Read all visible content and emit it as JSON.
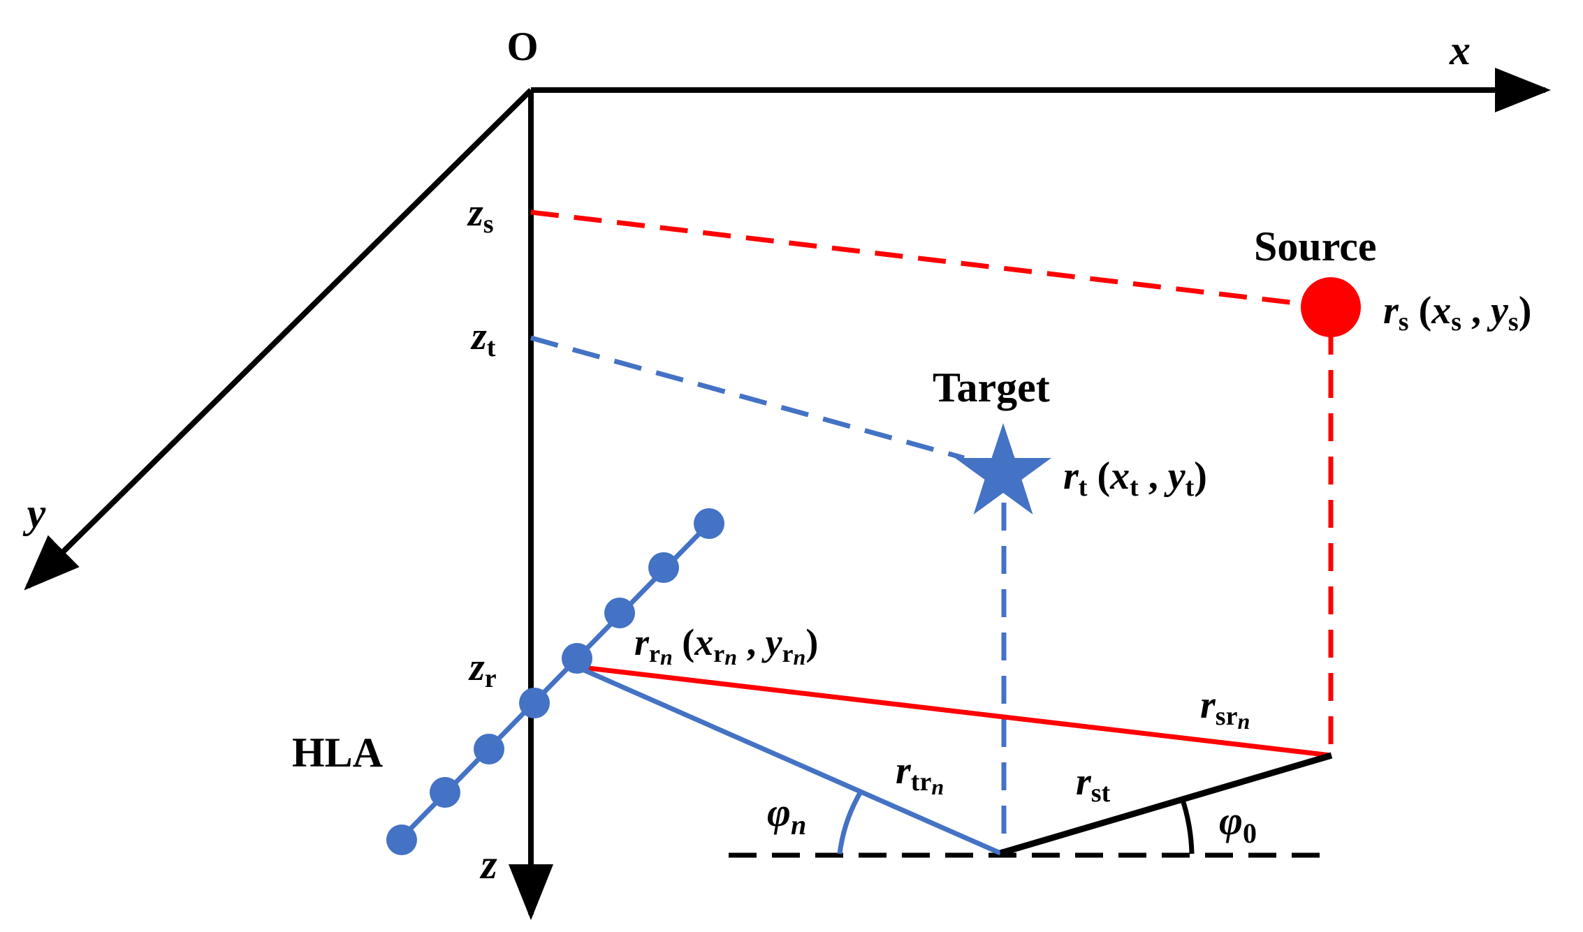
{
  "colors": {
    "axis": "#000000",
    "source": "#ff0000",
    "target": "#4472c4",
    "array": "#4472c4"
  },
  "labels": {
    "origin": "O",
    "x_axis": "x",
    "y_axis": "y",
    "z_axis": "z",
    "source_title": "Source",
    "target_title": "Target",
    "array_title": "HLA",
    "zs": {
      "main": "z",
      "sub": "s"
    },
    "zt": {
      "main": "z",
      "sub": "t"
    },
    "zr": {
      "main": "z",
      "sub": "r"
    },
    "rs": {
      "r": "r",
      "r_sub": "s",
      "open": " (",
      "x": "x",
      "x_sub": "s",
      "comma": " , ",
      "y": "y",
      "y_sub": "s",
      "close": ")"
    },
    "rt": {
      "r": "r",
      "r_sub": "t",
      "open": " (",
      "x": "x",
      "x_sub": "t",
      "comma": " , ",
      "y": "y",
      "y_sub": "t",
      "close": ")"
    },
    "rrn": {
      "r": "r",
      "r_sub": "r",
      "r_subsub": "n",
      "open": " (",
      "x": "x",
      "x_sub": "r",
      "x_subsub": "n",
      "comma": " , ",
      "y": "y",
      "y_sub": "r",
      "y_subsub": "n",
      "close": ")"
    },
    "rsrn": {
      "main": "r",
      "sub": "sr",
      "subsub": "n"
    },
    "rtrn": {
      "main": "r",
      "sub": "tr",
      "subsub": "n"
    },
    "rst": {
      "main": "r",
      "sub": "st"
    },
    "phin": {
      "main": "φ",
      "sub": "n"
    },
    "phi0": {
      "main": "φ",
      "sub": "0"
    }
  }
}
